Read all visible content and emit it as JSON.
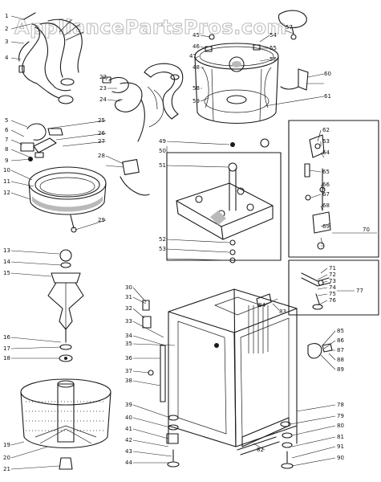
{
  "watermark": "AppliancePartsPros.com",
  "callouts": [
    {
      "id": "c1",
      "text": "1"
    },
    {
      "id": "c2",
      "text": "2"
    },
    {
      "id": "c3",
      "text": "3"
    },
    {
      "id": "c4",
      "text": "4"
    },
    {
      "id": "c5",
      "text": "5"
    },
    {
      "id": "c6",
      "text": "6"
    },
    {
      "id": "c7",
      "text": "7"
    },
    {
      "id": "c8",
      "text": "8"
    },
    {
      "id": "c9",
      "text": "9"
    },
    {
      "id": "c10",
      "text": "10"
    },
    {
      "id": "c11",
      "text": "11"
    },
    {
      "id": "c12",
      "text": "12"
    },
    {
      "id": "c13",
      "text": "13"
    },
    {
      "id": "c14",
      "text": "14"
    },
    {
      "id": "c15",
      "text": "15"
    },
    {
      "id": "c16",
      "text": "16"
    },
    {
      "id": "c17",
      "text": "17"
    },
    {
      "id": "c18",
      "text": "18"
    },
    {
      "id": "c19",
      "text": "19"
    },
    {
      "id": "c20",
      "text": "20"
    },
    {
      "id": "c21",
      "text": "21"
    },
    {
      "id": "c22",
      "text": "22"
    },
    {
      "id": "c23",
      "text": "23"
    },
    {
      "id": "c24",
      "text": "24"
    },
    {
      "id": "c25",
      "text": "25"
    },
    {
      "id": "c26",
      "text": "26"
    },
    {
      "id": "c27",
      "text": "27"
    },
    {
      "id": "c28",
      "text": "28"
    },
    {
      "id": "c29",
      "text": "29"
    },
    {
      "id": "c30",
      "text": "30"
    },
    {
      "id": "c31",
      "text": "31"
    },
    {
      "id": "c32",
      "text": "32"
    },
    {
      "id": "c33",
      "text": "33"
    },
    {
      "id": "c34",
      "text": "34"
    },
    {
      "id": "c35",
      "text": "35"
    },
    {
      "id": "c36",
      "text": "36"
    },
    {
      "id": "c37",
      "text": "37"
    },
    {
      "id": "c38",
      "text": "38"
    },
    {
      "id": "c39",
      "text": "39"
    },
    {
      "id": "c40",
      "text": "40"
    },
    {
      "id": "c41",
      "text": "41"
    },
    {
      "id": "c42",
      "text": "42"
    },
    {
      "id": "c43",
      "text": "43"
    },
    {
      "id": "c44",
      "text": "44"
    },
    {
      "id": "c45",
      "text": "45"
    },
    {
      "id": "c46",
      "text": "46"
    },
    {
      "id": "c47",
      "text": "47"
    },
    {
      "id": "c48",
      "text": "48"
    },
    {
      "id": "c49",
      "text": "49"
    },
    {
      "id": "c50",
      "text": "50"
    },
    {
      "id": "c51",
      "text": "51"
    },
    {
      "id": "c52",
      "text": "52"
    },
    {
      "id": "c53",
      "text": "53"
    },
    {
      "id": "c54",
      "text": "54"
    },
    {
      "id": "c55",
      "text": "55"
    },
    {
      "id": "c56",
      "text": "56"
    },
    {
      "id": "c57",
      "text": "57"
    },
    {
      "id": "c58",
      "text": "58"
    },
    {
      "id": "c59",
      "text": "59"
    },
    {
      "id": "c60",
      "text": "60"
    },
    {
      "id": "c61",
      "text": "61"
    },
    {
      "id": "c62",
      "text": "62"
    },
    {
      "id": "c63",
      "text": "63"
    },
    {
      "id": "c64",
      "text": "64"
    },
    {
      "id": "c65",
      "text": "65"
    },
    {
      "id": "c66",
      "text": "66"
    },
    {
      "id": "c67",
      "text": "67"
    },
    {
      "id": "c68",
      "text": "68"
    },
    {
      "id": "c69",
      "text": "69"
    },
    {
      "id": "c70",
      "text": "70"
    },
    {
      "id": "c71",
      "text": "71"
    },
    {
      "id": "c72",
      "text": "72"
    },
    {
      "id": "c73",
      "text": "73"
    },
    {
      "id": "c74",
      "text": "74"
    },
    {
      "id": "c75",
      "text": "75"
    },
    {
      "id": "c76",
      "text": "76"
    },
    {
      "id": "c77",
      "text": "77"
    },
    {
      "id": "c78",
      "text": "78"
    },
    {
      "id": "c79",
      "text": "79"
    },
    {
      "id": "c80",
      "text": "80"
    },
    {
      "id": "c81",
      "text": "81"
    },
    {
      "id": "c82",
      "text": "82"
    },
    {
      "id": "c83",
      "text": "83"
    },
    {
      "id": "c84",
      "text": "84"
    },
    {
      "id": "c85",
      "text": "85"
    },
    {
      "id": "c86",
      "text": "86"
    },
    {
      "id": "c87",
      "text": "87"
    },
    {
      "id": "c88",
      "text": "88"
    },
    {
      "id": "c89",
      "text": "89"
    },
    {
      "id": "c90",
      "text": "90"
    },
    {
      "id": "c91",
      "text": "91"
    }
  ]
}
